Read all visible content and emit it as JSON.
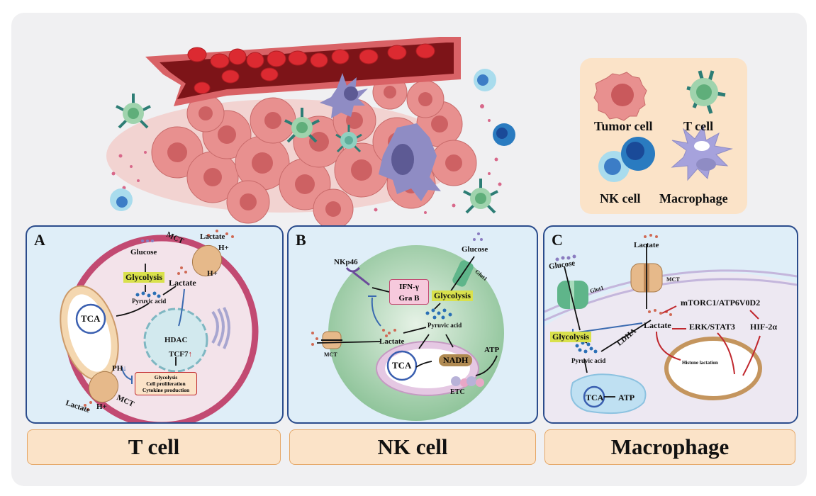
{
  "legend": {
    "items": [
      {
        "label": "Tumor cell",
        "icon": "tumor-cell-icon"
      },
      {
        "label": "T cell",
        "icon": "t-cell-icon"
      },
      {
        "label": "NK cell",
        "icon": "nk-cell-icon"
      },
      {
        "label": "Macrophage",
        "icon": "macrophage-icon"
      }
    ]
  },
  "colors": {
    "frame_bg": "#f0f0f2",
    "panel_bg": "#dfeef8",
    "panel_border": "#2b4c8c",
    "caption_bg": "#fbe3c8",
    "highlight": "#d9e14c",
    "tumor": "#e8908f",
    "vessel": "#8c1c22",
    "rbc": "#d9272e",
    "tcell": "#8dc9a0",
    "nk": "#2a7bc0",
    "macrophage": "#8f8cc4",
    "lactate_dot": "#d06a55",
    "pyruvate_dot": "#2a6fb5",
    "glucose_dot": "#8a7cc0",
    "red_arrow": "#c0282e",
    "inhibit": "#3a6ab0"
  },
  "panels": {
    "A": {
      "letter": "A",
      "caption": "T cell",
      "labels": {
        "glucose": "Glucose",
        "glycolysis": "Glycolysis",
        "lactate_in": "Lactate",
        "pyruvic_acid": "Pyruvic acid",
        "tca": "TCA",
        "hdac": "HDAC",
        "tcf7": "TCF7",
        "tcf7_arrow": "↑",
        "ph": "PH",
        "ph_arrow": "↓",
        "mct_top": "MCT",
        "mct_bottom": "MCT",
        "lactate_top": "Lactate",
        "h_top_out": "H+",
        "h_top_in": "H+",
        "lactate_bottom": "Lactate",
        "h_bottom": "H+",
        "effects": [
          "Glycolysis",
          "Cell proliferation",
          "Cytokine production"
        ]
      }
    },
    "B": {
      "letter": "B",
      "caption": "NK cell",
      "labels": {
        "glucose": "Glucose",
        "glut1": "Glut1",
        "nkp46": "NKp46",
        "ifn": "IFN-γ",
        "grab": "Gra B",
        "glycolysis": "Glycolysis",
        "pyruvic_acid": "Pyruvic acid",
        "lactate": "Lactate",
        "mct": "MCT",
        "tca": "TCA",
        "nadh": "NADH",
        "atp": "ATP",
        "etc": "ETC"
      }
    },
    "C": {
      "letter": "C",
      "caption": "Macrophage",
      "labels": {
        "lactate_top": "Lactate",
        "glucose": "Glucose",
        "glut1": "Glut1",
        "mct": "MCT",
        "mtorc1": "mTORC1/ATP6V0D2",
        "lactate": "Lactate",
        "erk": "ERK/STAT3",
        "hif": "HIF-2α",
        "glycolysis": "Glycolysis",
        "ldha": "LDHA",
        "pyruvic_acid": "Pyruvic acid",
        "histone": "Histone lactation",
        "tca": "TCA",
        "atp": "ATP"
      }
    }
  }
}
